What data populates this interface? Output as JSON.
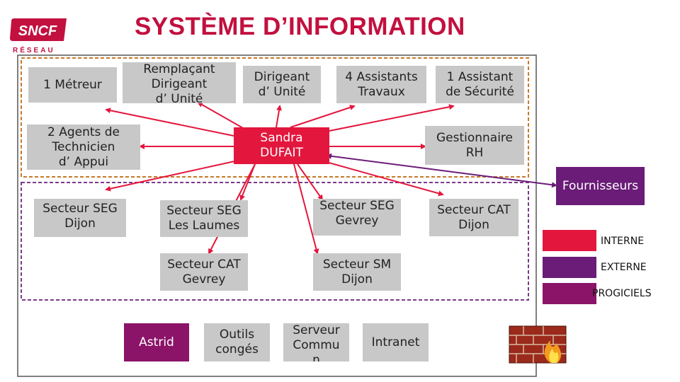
{
  "logo": {
    "brand": "SNCF",
    "sub": "RÉSEAU"
  },
  "title": "SYSTÈME D’INFORMATION",
  "nodes": {
    "metreur": "1 Métreur",
    "remplacant": "Remplaçant\nDirigeant\nd’ Unité",
    "dirigeant": "Dirigeant\nd’ Unité",
    "assistants_travaux": "4 Assistants\nTravaux",
    "assistant_securite": "1 Assistant\nde Sécurité",
    "agents_technicien": "2 Agents de\nTechnicien\nd’ Appui",
    "center": "Sandra\nDUFAIT",
    "gestionnaire_rh": "Gestionnaire\nRH",
    "fournisseurs": "Fournisseurs",
    "secteur_seg_dijon": "Secteur SEG\nDijon",
    "secteur_seg_laumes": "Secteur SEG\nLes Laumes",
    "secteur_seg_gevrey": "Secteur SEG\nGevrey",
    "secteur_cat_dijon": "Secteur CAT\nDijon",
    "secteur_cat_gevrey": "Secteur CAT\nGevrey",
    "secteur_sm_dijon": "Secteur SM\nDijon",
    "astrid": "Astrid",
    "outils_conges": "Outils\ncongés",
    "serveur_commun": "Serveur\nCommu\nn",
    "intranet": "Intranet"
  },
  "legend": [
    {
      "label": "INTERNE",
      "color": "#e3173d"
    },
    {
      "label": "EXTERNE",
      "color": "#6a1c78"
    },
    {
      "label": "PROGICIELS",
      "color": "#8b1468"
    }
  ],
  "colors": {
    "title": "#c2103f",
    "interne": "#e3173d",
    "externe": "#6a1c78",
    "progiciels": "#8b1468",
    "grey_box": "#c8c8c8",
    "orange_dash": "#c77a2a",
    "purple_dash": "#7a3b8a"
  },
  "icons": {
    "firewall": "firewall-icon"
  }
}
